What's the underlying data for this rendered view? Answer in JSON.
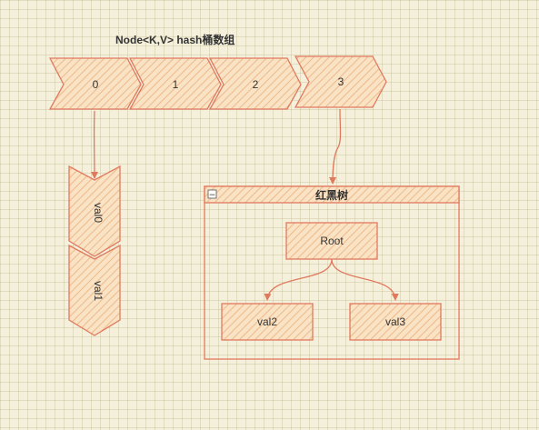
{
  "title": "Node<K,V> hash桶数组",
  "buckets": [
    {
      "label": "0"
    },
    {
      "label": "1"
    },
    {
      "label": "2"
    },
    {
      "label": "3"
    }
  ],
  "list_nodes": [
    {
      "label": "val0"
    },
    {
      "label": "val1"
    }
  ],
  "tree_container": {
    "title": "红黑树",
    "collapse_symbol": "−",
    "root": "Root",
    "children": [
      "val2",
      "val3"
    ]
  },
  "colors": {
    "stroke": "#e07a5f",
    "fill": "#f5d2a8",
    "hatch": "#e8a87c",
    "background": "#f5f0dc"
  }
}
